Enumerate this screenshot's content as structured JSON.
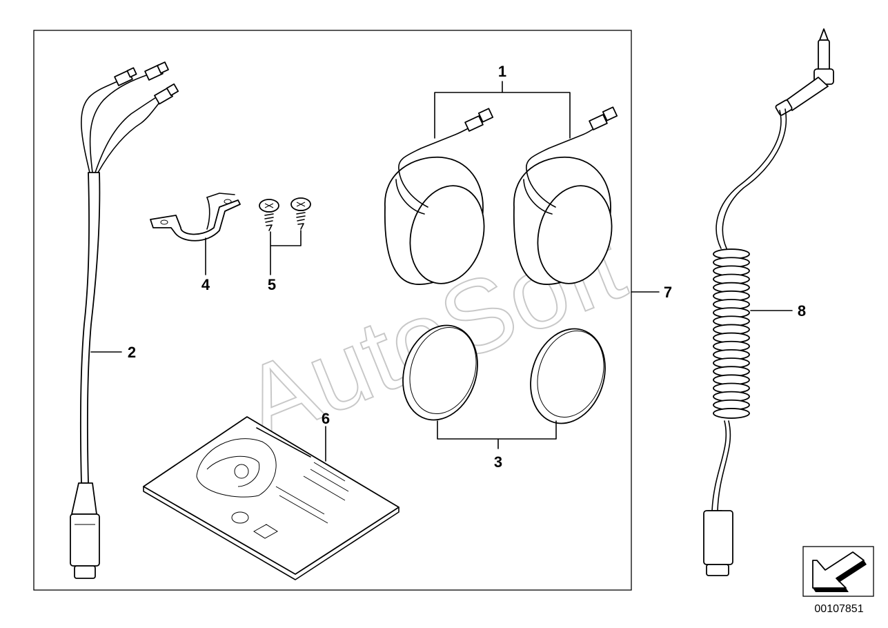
{
  "watermark": "AutoSoft",
  "diagram_number": "00107851",
  "callouts": {
    "c1": "1",
    "c2": "2",
    "c3": "3",
    "c4": "4",
    "c5": "5",
    "c6": "6",
    "c7": "7",
    "c8": "8"
  },
  "icons": {
    "orientation_arrow": "arrow-down-left-icon"
  }
}
